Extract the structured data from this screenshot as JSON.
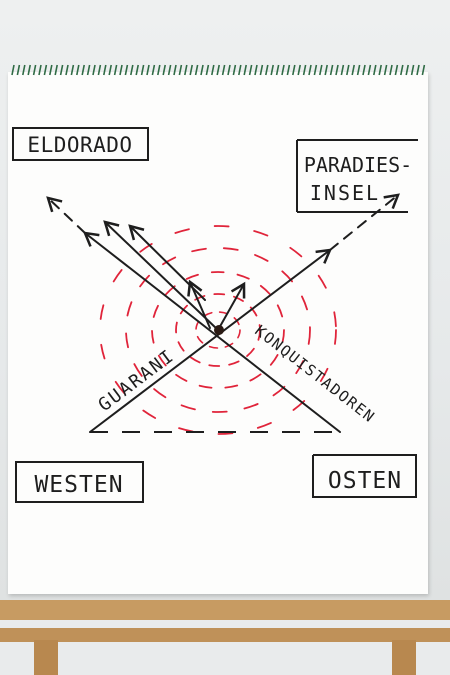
{
  "labels": {
    "top_left": "ELDORADO",
    "top_right_line1": "PARADIES-",
    "top_right_line2": "INSEL",
    "bottom_left": "WESTEN",
    "bottom_right": "OSTEN",
    "left_diagonal": "GUARANI",
    "right_diagonal": "KONQUISTADOREN"
  },
  "colors": {
    "ink": "#1e1e1e",
    "red_marker": "#e0243a",
    "paper": "#fdfdfc",
    "wall": "#e9ebec",
    "wood": "#c79b62",
    "spiral": "#2f6b45"
  }
}
